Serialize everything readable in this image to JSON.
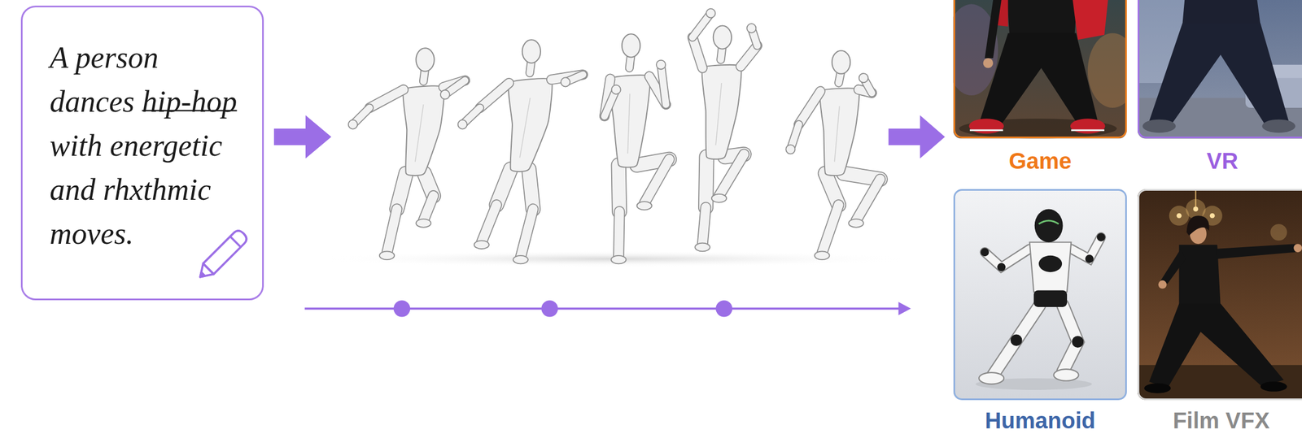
{
  "diagram": {
    "nodes": [
      {
        "text": [
          "A person dances hip-hop with energetic and rhxthmic moves."
        ]
      },
      {
        "text": [
          "Game"
        ]
      },
      {
        "text": [
          "VR"
        ]
      },
      {
        "text": [
          "Humanoid"
        ]
      },
      {
        "text": [
          "Film VFX"
        ]
      }
    ]
  }
}
